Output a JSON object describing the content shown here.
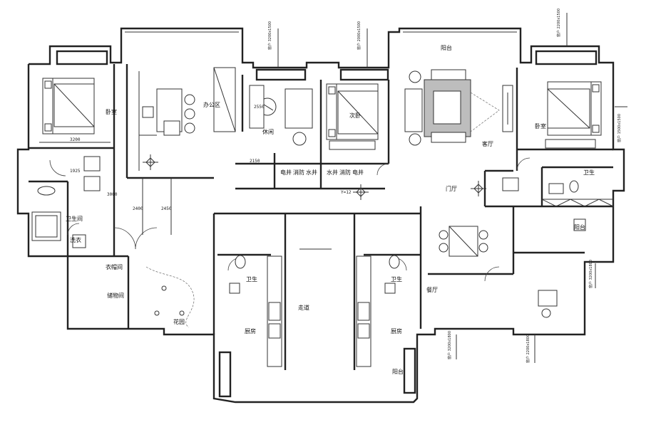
{
  "rooms": [
    {
      "id": "bedroom-left",
      "label": "卧室"
    },
    {
      "id": "study",
      "label": "办公区"
    },
    {
      "id": "lounge",
      "label": "休闲"
    },
    {
      "id": "bedroom-mid",
      "label": "次卧"
    },
    {
      "id": "balcony",
      "label": "阳台"
    },
    {
      "id": "living",
      "label": "客厅"
    },
    {
      "id": "bedroom-right",
      "label": "卧室"
    },
    {
      "id": "bath-left",
      "label": "卫生间"
    },
    {
      "id": "laundry",
      "label": "洗衣"
    },
    {
      "id": "dressing",
      "label": "衣帽间"
    },
    {
      "id": "storage",
      "label": "储物间"
    },
    {
      "id": "garden",
      "label": "花园"
    },
    {
      "id": "corridor",
      "label": "走道"
    },
    {
      "id": "kitchen-left",
      "label": "厨房"
    },
    {
      "id": "bath-mid",
      "label": "卫生"
    },
    {
      "id": "bath-mid2",
      "label": "卫生"
    },
    {
      "id": "kitchen-right",
      "label": "厨房"
    },
    {
      "id": "dining",
      "label": "餐厅"
    },
    {
      "id": "entry",
      "label": "门厅"
    },
    {
      "id": "bath-right",
      "label": "卫生"
    }
  ],
  "shafts": [
    "电井",
    "消防",
    "水井",
    "水井",
    "消防",
    "电井"
  ],
  "dimensions": [
    "3200",
    "1925",
    "2400",
    "2450",
    "2150",
    "3000",
    "2550"
  ],
  "tags": [
    "窗户 3200x1500",
    "窗户 2000x1500",
    "窗户 2200x1500",
    "窗户 1500x1500",
    "窗户 3200x1800",
    "窗户 2200x1800"
  ],
  "level": "Y=12",
  "side_labels": [
    "阳台",
    "阳台"
  ]
}
